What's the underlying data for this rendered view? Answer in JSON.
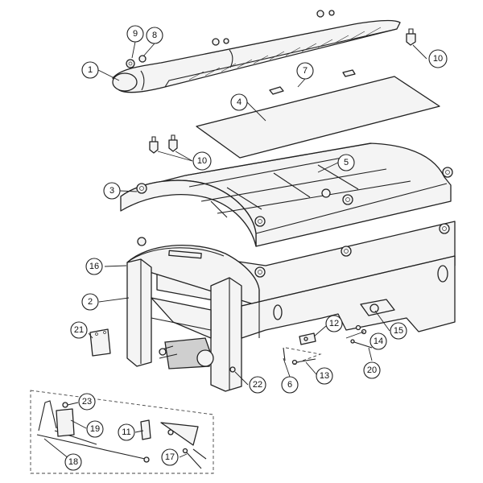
{
  "callouts": [
    {
      "id": "c1",
      "label": "1"
    },
    {
      "id": "c2",
      "label": "2"
    },
    {
      "id": "c3",
      "label": "3"
    },
    {
      "id": "c4",
      "label": "4"
    },
    {
      "id": "c5",
      "label": "5"
    },
    {
      "id": "c6",
      "label": "6"
    },
    {
      "id": "c7",
      "label": "7"
    },
    {
      "id": "c8",
      "label": "8"
    },
    {
      "id": "c9",
      "label": "9"
    },
    {
      "id": "c10a",
      "label": "10"
    },
    {
      "id": "c10b",
      "label": "10"
    },
    {
      "id": "c11",
      "label": "11"
    },
    {
      "id": "c12",
      "label": "12"
    },
    {
      "id": "c13",
      "label": "13"
    },
    {
      "id": "c14",
      "label": "14"
    },
    {
      "id": "c15",
      "label": "15"
    },
    {
      "id": "c16",
      "label": "16"
    },
    {
      "id": "c17",
      "label": "17"
    },
    {
      "id": "c18",
      "label": "18"
    },
    {
      "id": "c19",
      "label": "19"
    },
    {
      "id": "c20",
      "label": "20"
    },
    {
      "id": "c21",
      "label": "21"
    },
    {
      "id": "c22",
      "label": "22"
    },
    {
      "id": "c23",
      "label": "23"
    }
  ]
}
